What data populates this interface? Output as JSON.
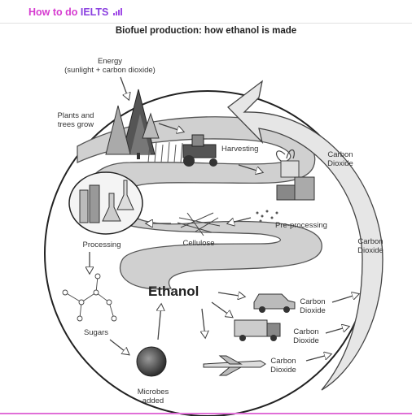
{
  "brand": {
    "prefix": "How to do ",
    "name": "IELTS"
  },
  "title": "Biofuel production: how ethanol is made",
  "center_label": "Ethanol",
  "labels": {
    "energy": [
      "Energy",
      "(sunlight + carbon dioxide)"
    ],
    "plants": [
      "Plants and",
      "trees grow"
    ],
    "harvesting": [
      "Harvesting"
    ],
    "preprocessing": [
      "Pre-processing"
    ],
    "cellulose": [
      "Cellulose"
    ],
    "processing": [
      "Processing"
    ],
    "sugars": [
      "Sugars"
    ],
    "microbes": [
      "Microbes",
      "added"
    ],
    "co2_top": [
      "Carbon",
      "Dioxide"
    ],
    "co2_right": [
      "Carbon",
      "Dioxide"
    ],
    "co2_car": [
      "Carbon",
      "Dioxide"
    ],
    "co2_truck": [
      "Carbon",
      "Dioxide"
    ],
    "co2_plane": [
      "Carbon",
      "Dioxide"
    ]
  },
  "colors": {
    "band": "#cfcfcf",
    "band_stroke": "#555555",
    "brand_pink": "#d63bd0",
    "brand_purple": "#8a3fe0"
  }
}
